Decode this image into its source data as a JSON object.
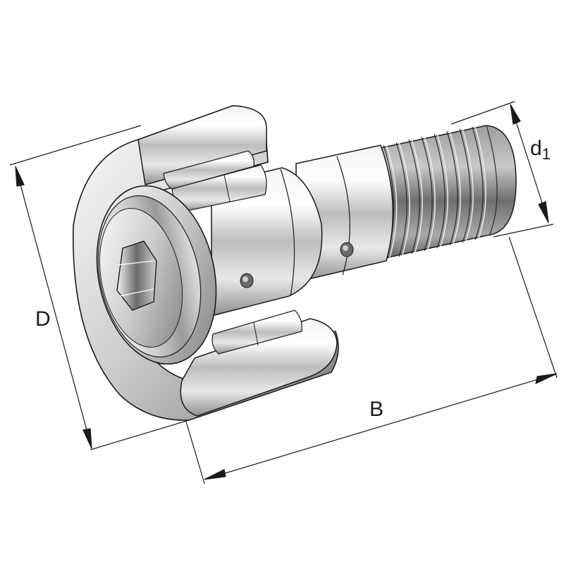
{
  "figure": {
    "subject": "Stud-type track roller (cam follower) with needle roller cage, hexagon socket head and threaded stud",
    "background": "#ffffff",
    "line_color": "#1a1a1a"
  },
  "dimensions": {
    "outer_diameter": {
      "label": "D"
    },
    "overall_width": {
      "label": "B"
    },
    "stud_diameter": {
      "label": "d",
      "subscript": "1"
    }
  },
  "parts": [
    {
      "name": "outer-ring",
      "description": "Outer ring (cut-away section)"
    },
    {
      "name": "needle-rollers",
      "description": "Needle roller set"
    },
    {
      "name": "hex-socket",
      "description": "Hexagon socket in stud head"
    },
    {
      "name": "stud-body",
      "description": "Stud shaft with lubrication holes"
    },
    {
      "name": "thread",
      "description": "Threaded stud end"
    }
  ]
}
